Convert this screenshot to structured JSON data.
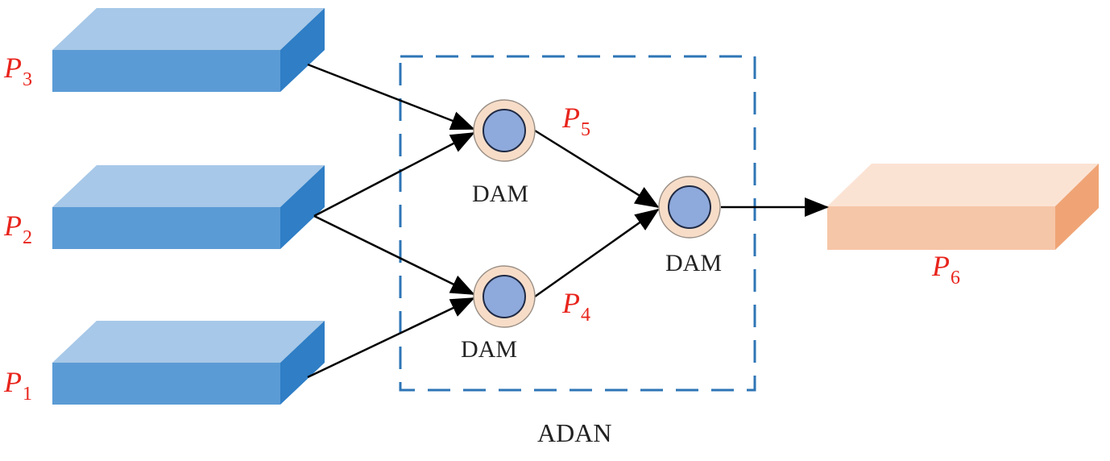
{
  "colors": {
    "box_top": "#a7c8e8",
    "box_front": "#5b9bd5",
    "box_side": "#2f7ec6",
    "output_top": "#fbe3d4",
    "output_front": "#f6c6a8",
    "output_side": "#f0a475",
    "node_ring": "#f7ddc8",
    "node_core": "#8ea9db",
    "dashed_border": "#2e75b6",
    "label_red": "#e8241c"
  },
  "inputs": [
    {
      "id": "P3",
      "letter": "P",
      "sub": "3"
    },
    {
      "id": "P2",
      "letter": "P",
      "sub": "2"
    },
    {
      "id": "P1",
      "letter": "P",
      "sub": "1"
    }
  ],
  "nodes": [
    {
      "id": "dam_top",
      "label": "DAM",
      "out_letter": "P",
      "out_sub": "5"
    },
    {
      "id": "dam_bottom",
      "label": "DAM",
      "out_letter": "P",
      "out_sub": "4"
    },
    {
      "id": "dam_final",
      "label": "DAM"
    }
  ],
  "output": {
    "letter": "P",
    "sub": "6"
  },
  "module_label": "ADAN"
}
